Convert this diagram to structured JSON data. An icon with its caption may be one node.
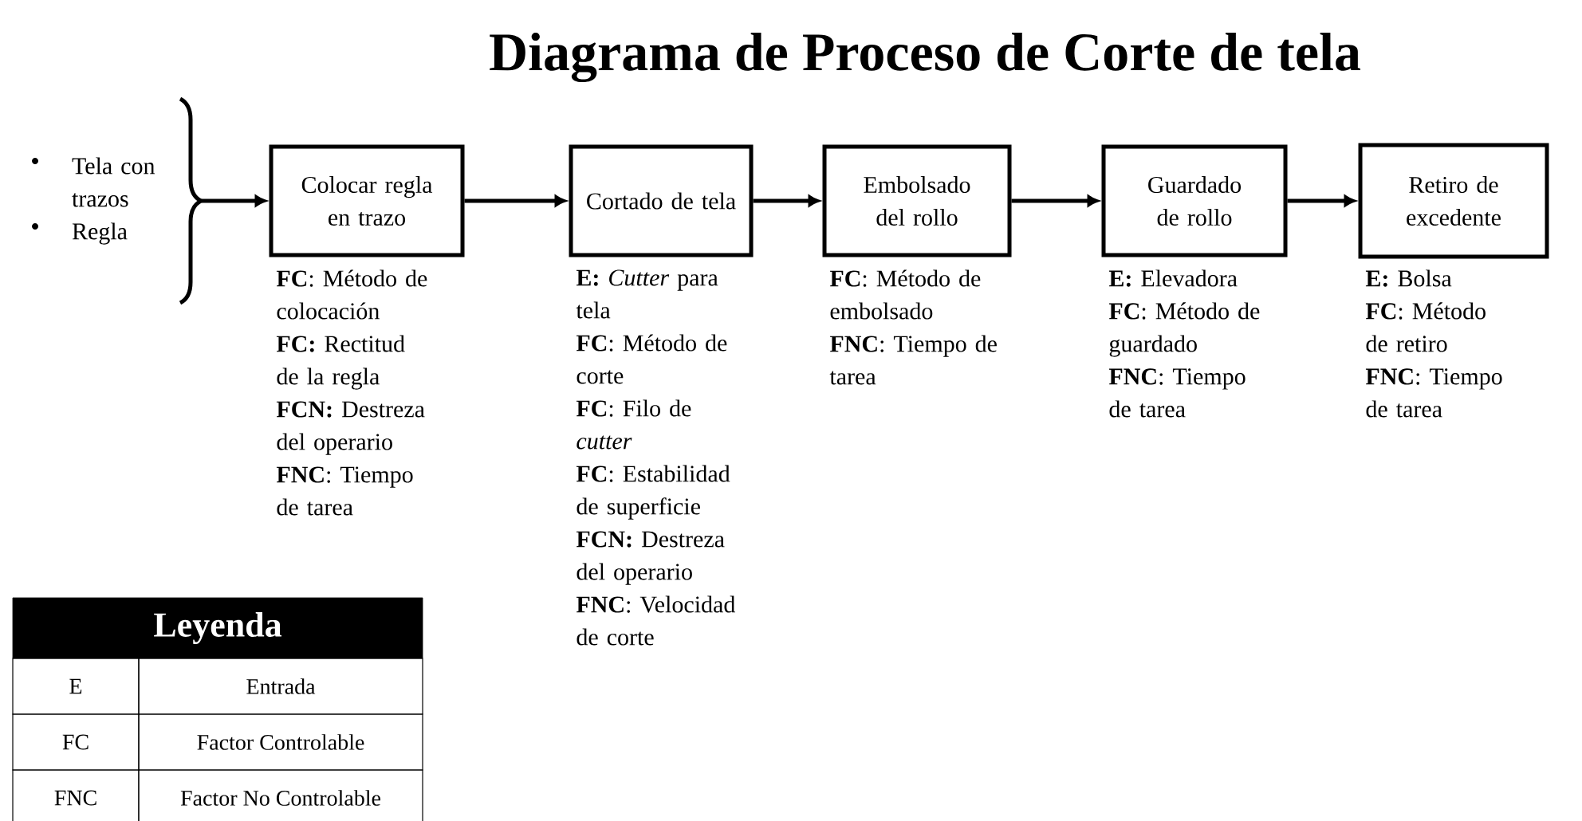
{
  "diagram": {
    "title": "Diagrama de Proceso de Corte de tela",
    "nodes": [
      {
        "text": [
          "Tela con trazos",
          "Regla"
        ]
      },
      {
        "text": [
          "Colocar regla en trazo"
        ],
        "beside": [
          "**FC**: Método de colocación",
          "**FC:** Rectitud de la regla",
          "**FCN:** Destreza del operario",
          "**FNC**: Tiempo de tarea"
        ]
      },
      {
        "text": [
          "Cortado de tela"
        ],
        "beside": [
          "**E:** *Cutter* para tela",
          "**FC**: Método de corte",
          "**FC**: Filo de *cutter*",
          "**FC**: Estabilidad de superficie",
          "**FCN:** Destreza del operario",
          "**FNC**: Velocidad de corte"
        ]
      },
      {
        "text": [
          "Embolsado del rollo"
        ],
        "beside": [
          "**FC**: Método de embolsado",
          "**FNC**: Tiempo de tarea"
        ]
      },
      {
        "text": [
          "Guardado de rollo"
        ],
        "beside": [
          "**E:** Elevadora",
          "**FC**: Método de guardado",
          "**FNC**: Tiempo de tarea"
        ]
      },
      {
        "text": [
          "Retiro de excedente"
        ],
        "beside": [
          "**E:** Bolsa",
          "**FC**: Método de retiro",
          "**FNC**: Tiempo de tarea"
        ]
      }
    ],
    "edges": [
      {
        "from": 0,
        "to": 1,
        "arrow": "to"
      },
      {
        "from": 1,
        "to": 2,
        "arrow": "to"
      },
      {
        "from": 2,
        "to": 3,
        "arrow": "to"
      },
      {
        "from": 3,
        "to": 4,
        "arrow": "to"
      },
      {
        "from": 4,
        "to": 5,
        "arrow": "to"
      }
    ],
    "labels": [
      "Leyenda",
      "E",
      "Entrada",
      "FC",
      "Factor Controlable",
      "FNC",
      "Factor No Controlable"
    ]
  }
}
